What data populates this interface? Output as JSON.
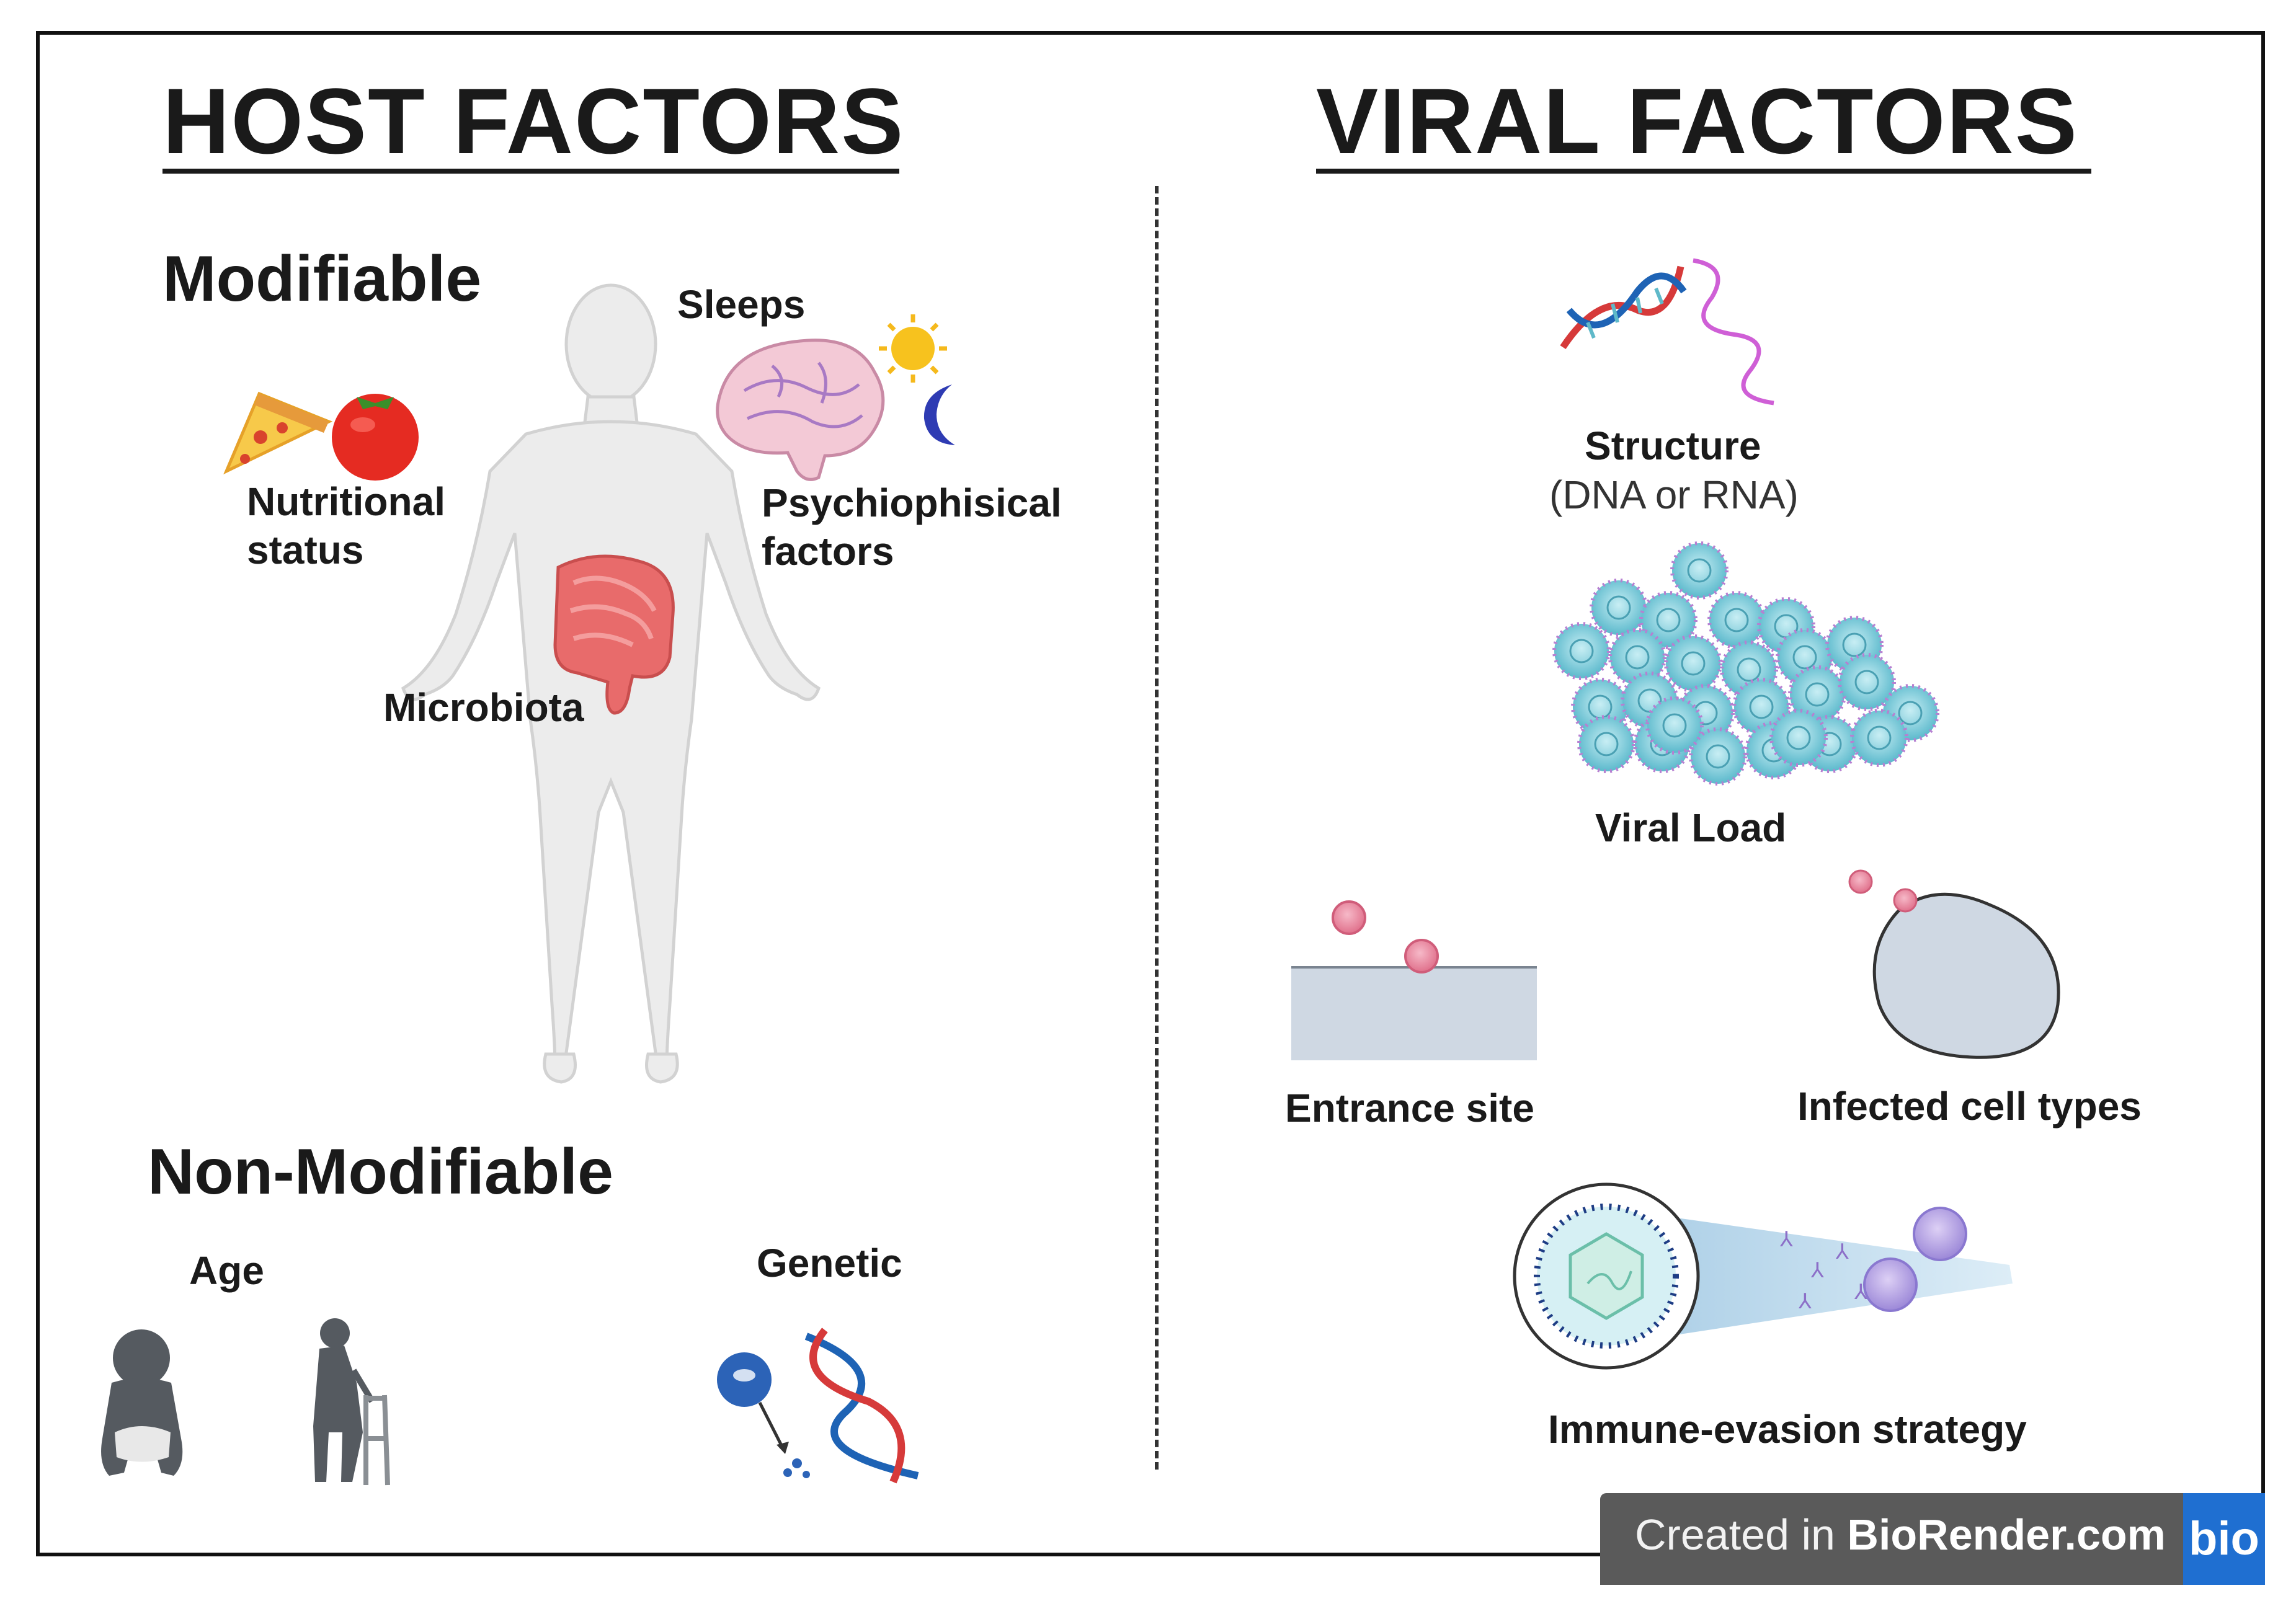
{
  "host": {
    "title": "HOST  FACTORS",
    "modifiable_heading": "Modifiable",
    "non_modifiable_heading": "Non-Modifiable",
    "labels": {
      "sleeps": "Sleeps",
      "nutritional_1": "Nutritional",
      "nutritional_2": "status",
      "psych_1": "Psychiophisical",
      "psych_2": "factors",
      "microbiota": "Microbiota",
      "age": "Age",
      "genetic": "Genetic"
    }
  },
  "viral": {
    "title": "VIRAL FACTORS",
    "labels": {
      "structure": "Structure",
      "structure_sub": "(DNA or RNA)",
      "viral_load": "Viral Load",
      "entrance_site": "Entrance site",
      "infected_cell_types": "Infected cell types",
      "immune_evasion": "Immune-evasion strategy"
    }
  },
  "badge": {
    "prefix": "Created in ",
    "brand": "BioRender.com",
    "logo": "bio"
  },
  "icons": [
    "human-body-icon",
    "pizza-icon",
    "tomato-icon",
    "brain-icon",
    "sun-icon",
    "moon-icon",
    "intestine-icon",
    "baby-icon",
    "elderly-walker-icon",
    "cell-icon",
    "dna-icon",
    "rna-icon",
    "virus-cluster-icon",
    "entrance-surface-icon",
    "infected-cell-icon",
    "immune-evasion-icon"
  ],
  "colors": {
    "text": "#1a1a1a",
    "virus_teal": "#6cc6d6",
    "virus_purple": "#b77fd1",
    "body": "#ececec",
    "intestine": "#e86b6b",
    "dna_red": "#d63a3a",
    "dna_blue": "#1e63b5",
    "rna_pink": "#cf5fd6",
    "badge_bg": "#5a5a5a",
    "badge_logo": "#1f6fd1"
  }
}
